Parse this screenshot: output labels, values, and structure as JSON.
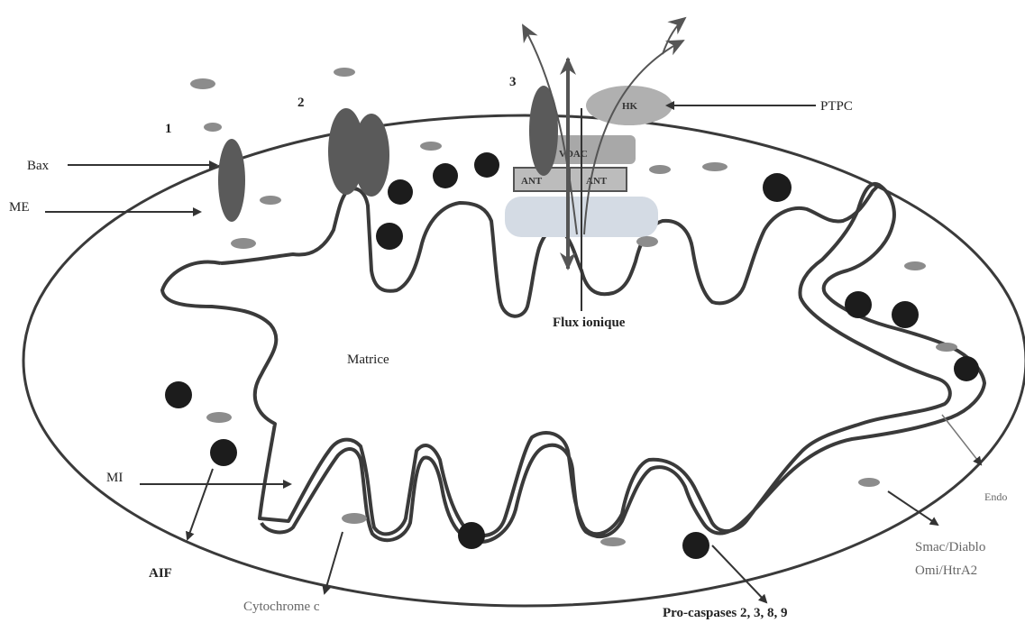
{
  "labels": {
    "step1": "1",
    "step2": "2",
    "step3": "3",
    "bax": "Bax",
    "me": "ME",
    "mi": "MI",
    "ptpc": "PTPC",
    "flux": "Flux ionique",
    "matrice": "Matrice",
    "aif": "AIF",
    "cytochrome": "Cytochrome c",
    "procaspases": "Pro-caspases 2, 3, 8, 9",
    "smac": "Smac/Diablo",
    "omi": "Omi/HtrA2",
    "endo": "Endo",
    "ant_left": "ANT",
    "ant_right": "ANT",
    "vdac": "VDAC",
    "hk": "HK"
  },
  "colors": {
    "membrane": "#3a3a3a",
    "dark_particle": "#1c1c1c",
    "grey_particle": "#8c8c8c",
    "protein": "#5a5a5a",
    "ptpc_block": "#a8a8a8",
    "ptpc_base": "#d4dbe4"
  }
}
